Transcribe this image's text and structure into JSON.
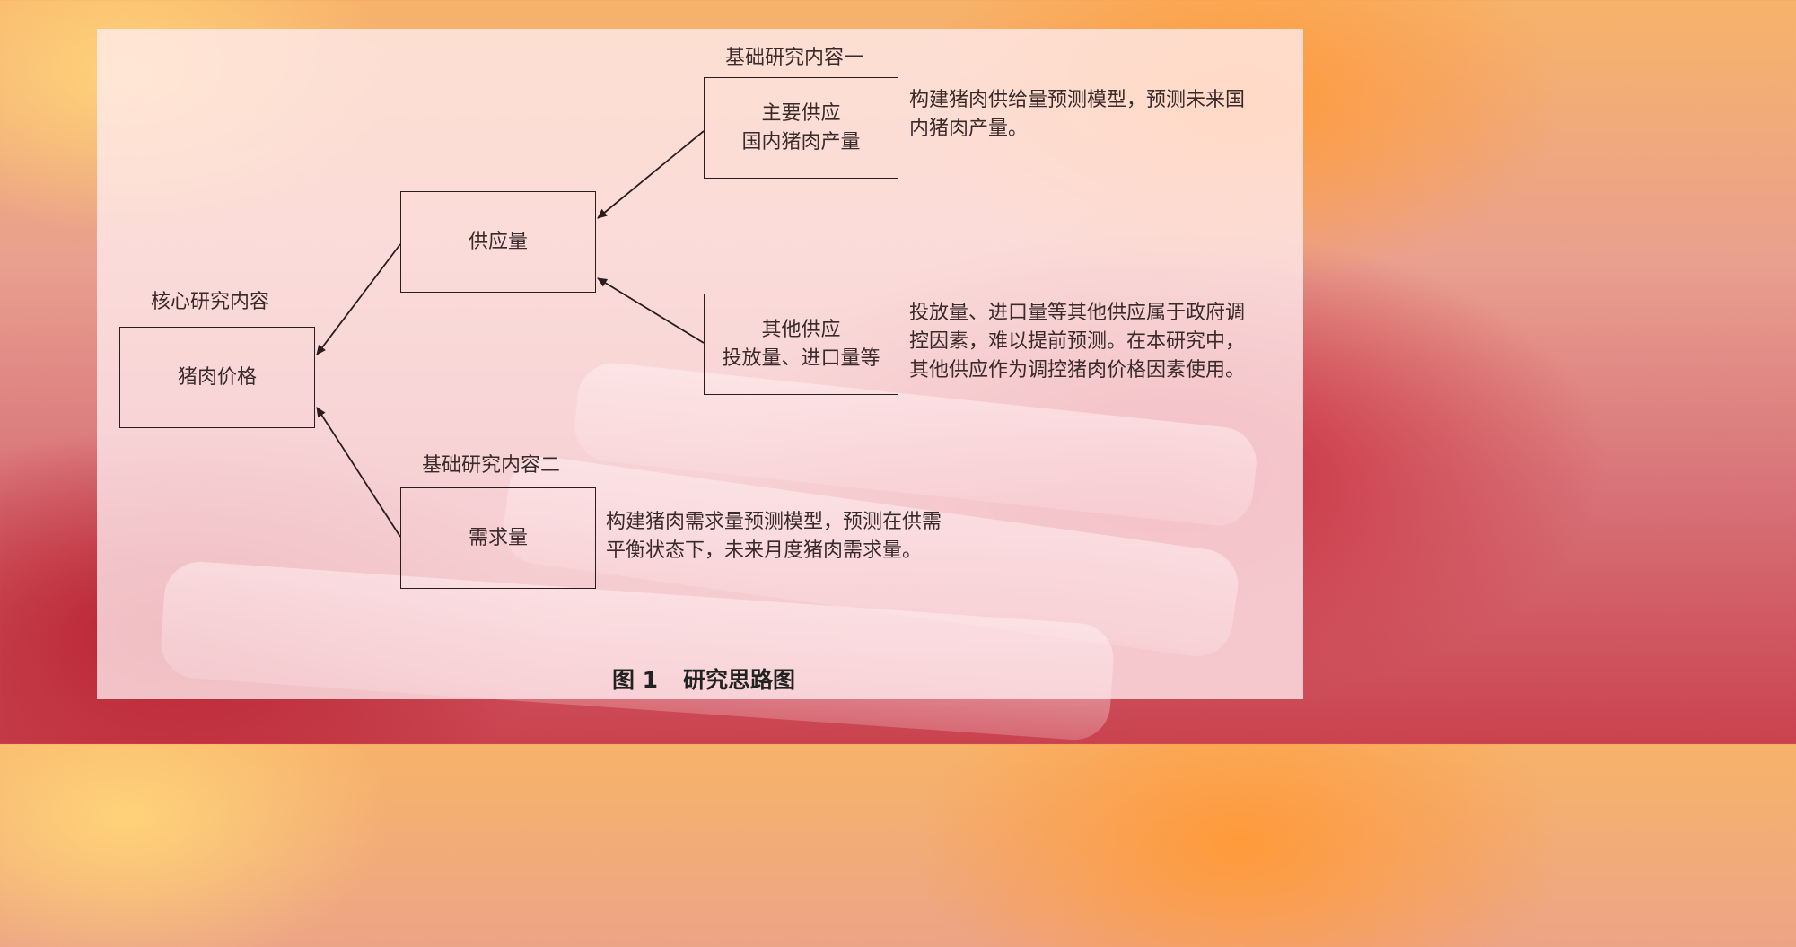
{
  "labels": {
    "core_research": "核心研究内容",
    "basic_research_1": "基础研究内容一",
    "basic_research_2": "基础研究内容二"
  },
  "boxes": {
    "pork_price": "猪肉价格",
    "supply": "供应量",
    "main_supply_line1": "主要供应",
    "main_supply_line2": "国内猪肉产量",
    "other_supply_line1": "其他供应",
    "other_supply_line2": "投放量、进口量等",
    "demand": "需求量"
  },
  "descriptions": {
    "main_supply": [
      "构建猪肉供给量预测模型，预测未来国",
      "内猪肉产量。"
    ],
    "other_supply": [
      "投放量、进口量等其他供应属于政府调",
      "控因素，难以提前预测。在本研究中，",
      "其他供应作为调控猪肉价格因素使用。"
    ],
    "demand": [
      "构建猪肉需求量预测模型，预测在供需",
      "平衡状态下，未来月度猪肉需求量。"
    ]
  },
  "caption": {
    "number": "图 1",
    "title": "研究思路图"
  }
}
